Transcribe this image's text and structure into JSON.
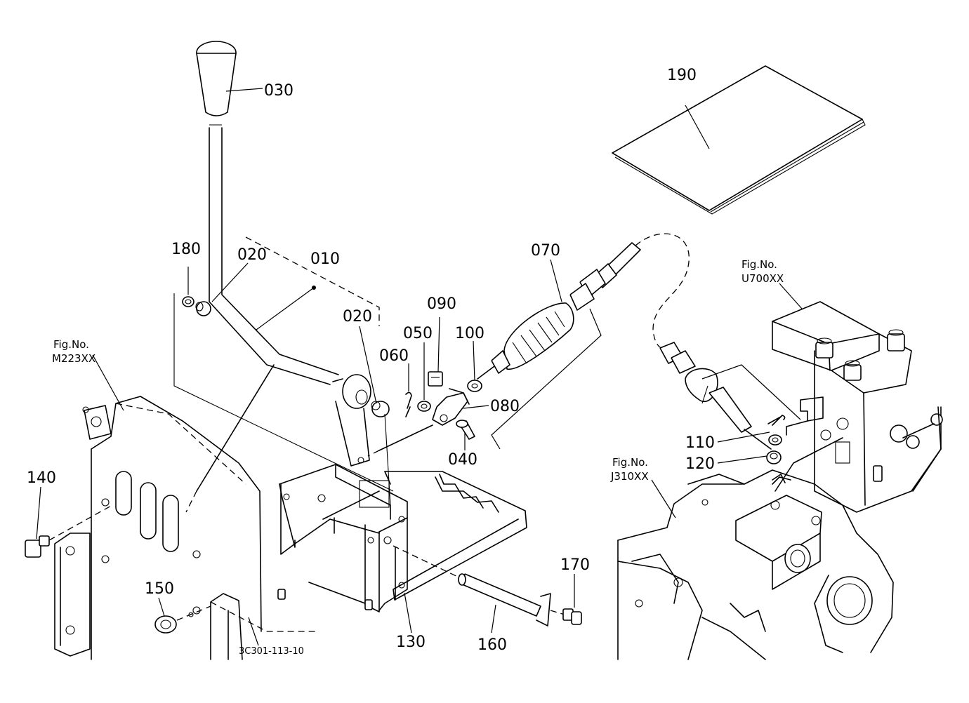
{
  "parts": [
    {
      "id": "010",
      "label": "010"
    },
    {
      "id": "020a",
      "label": "020"
    },
    {
      "id": "020b",
      "label": "020"
    },
    {
      "id": "030",
      "label": "030"
    },
    {
      "id": "040",
      "label": "040"
    },
    {
      "id": "050",
      "label": "050"
    },
    {
      "id": "060",
      "label": "060"
    },
    {
      "id": "070",
      "label": "070"
    },
    {
      "id": "080",
      "label": "080"
    },
    {
      "id": "090",
      "label": "090"
    },
    {
      "id": "100",
      "label": "100"
    },
    {
      "id": "110",
      "label": "110"
    },
    {
      "id": "120",
      "label": "120"
    },
    {
      "id": "130",
      "label": "130"
    },
    {
      "id": "140",
      "label": "140"
    },
    {
      "id": "150",
      "label": "150"
    },
    {
      "id": "160",
      "label": "160"
    },
    {
      "id": "170",
      "label": "170"
    },
    {
      "id": "180",
      "label": "180"
    },
    {
      "id": "190",
      "label": "190"
    }
  ],
  "figure_refs": {
    "m223": {
      "line1": "Fig.No.",
      "line2": "M223XX"
    },
    "u700": {
      "line1": "Fig.No.",
      "line2": "U700XX"
    },
    "j310": {
      "line1": "Fig.No.",
      "line2": "J310XX"
    }
  },
  "drawing_code": "3C301-113-10"
}
